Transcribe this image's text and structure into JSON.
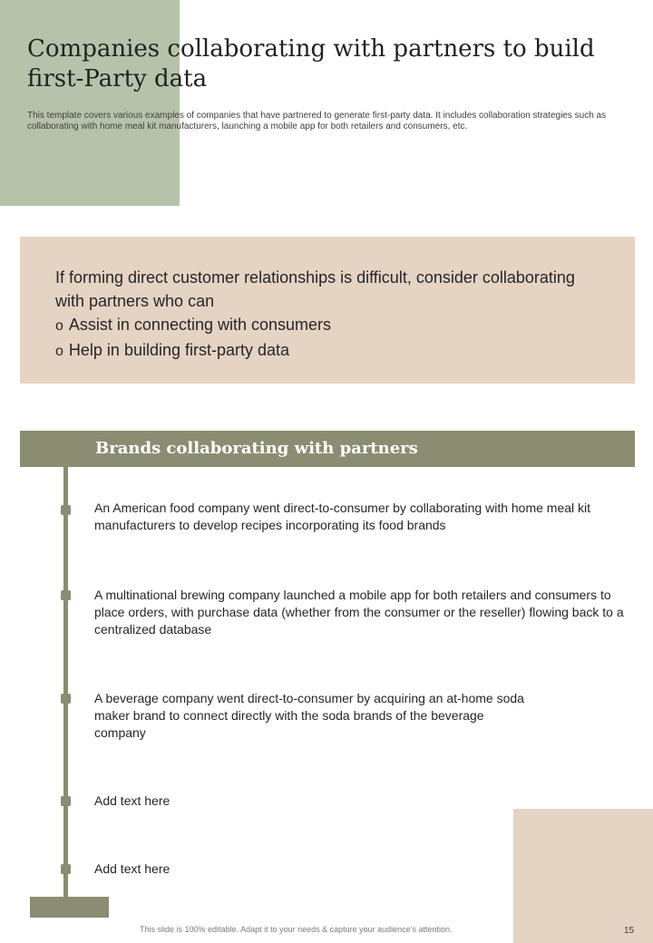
{
  "colors": {
    "sage": "#b6c3aa",
    "olive": "#8b8d72",
    "beige": "#e5d3c4",
    "text_dark": "#262626"
  },
  "header": {
    "title": "Companies collaborating with partners to build first-Party data",
    "subtitle": "This template covers various examples of companies that have partnered to generate first-party data. It includes collaboration strategies such as collaborating with home meal kit manufacturers, launching a mobile app for both retailers and consumers, etc."
  },
  "callout": {
    "lead": "If forming direct customer relationships is difficult, consider collaborating with partners who can",
    "bullet_icon": "circle-outline-icon",
    "bullets": [
      "Assist in connecting with consumers",
      "Help in building first-party data"
    ]
  },
  "brands": {
    "heading": "Brands collaborating with partners",
    "items": [
      "An American food company went direct-to-consumer by collaborating with home meal kit manufacturers to develop recipes incorporating its food brands",
      "A multinational brewing company launched a mobile app for both retailers and consumers to place orders, with purchase data (whether from the consumer or the reseller) flowing back to a centralized database",
      "A beverage company went direct-to-consumer by acquiring an at-home soda maker brand to connect directly with the soda brands of the beverage company",
      "Add text here",
      "Add text here"
    ]
  },
  "footer": {
    "note": "This slide is 100% editable. Adapt it to your needs & capture your audience’s attention.",
    "page_number": "15"
  }
}
